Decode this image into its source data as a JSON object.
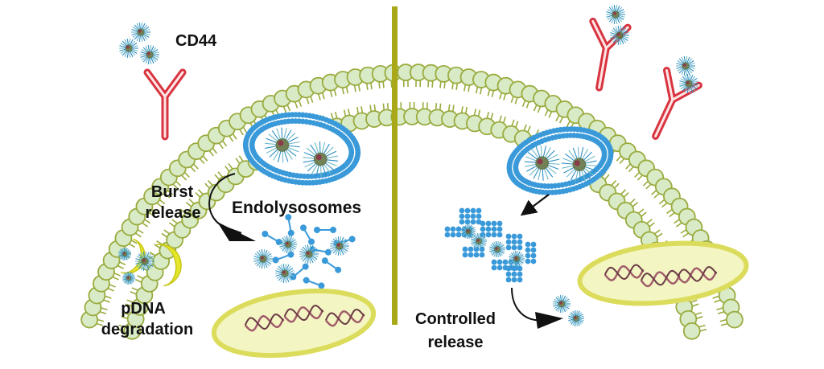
{
  "labels": {
    "receptor": "CD44",
    "burst_line1": "Burst",
    "burst_line2": "release",
    "endolysosomes": "Endolysosomes",
    "pdna_line1": "pDNA",
    "pdna_line2": "degradation",
    "controlled_line1": "Controlled",
    "controlled_line2": "release"
  },
  "colors": {
    "lipid_head_fill": "#d8ebc6",
    "lipid_head_stroke": "#9aab3e",
    "lipid_tail": "#9aab3e",
    "divider": "#a8a819",
    "receptor": "#d8343f",
    "vesicle_head": "#3a9ad9",
    "nucleus_fill": "#f3f5c2",
    "nucleus_stroke": "#dcdc5c",
    "dna": "#a05a6a",
    "nanoparticle": "#2f8fc4",
    "degradation": "#e6e62c"
  },
  "icons": [
    "cd44-receptor-icon",
    "nanoparticle-icon",
    "endolysosome-icon",
    "nucleus-icon",
    "dna-icon",
    "curved-arrow-icon"
  ]
}
